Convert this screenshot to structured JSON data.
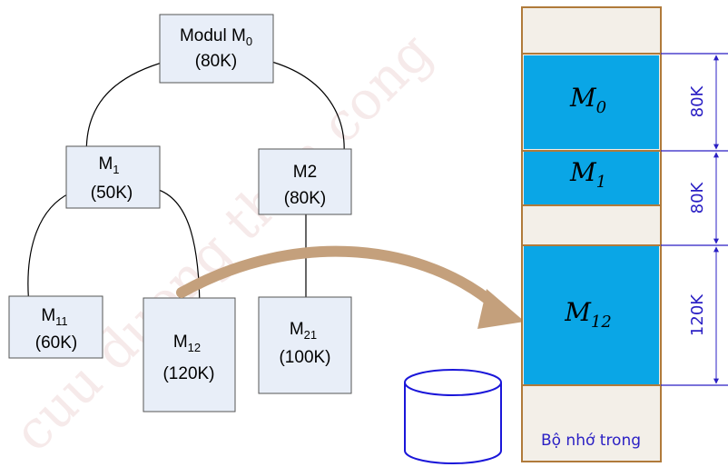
{
  "watermark": "cuu duong than cong",
  "tree": {
    "nodes": [
      {
        "id": "m0",
        "base": "Modul M",
        "sub": "0",
        "size": "(80K)"
      },
      {
        "id": "m1",
        "base": "M",
        "sub": "1",
        "size": "(50K)"
      },
      {
        "id": "m2",
        "base": "M2",
        "sub": "",
        "size": "(80K)"
      },
      {
        "id": "m11",
        "base": "M",
        "sub": "11",
        "size": "(60K)"
      },
      {
        "id": "m12",
        "base": "M",
        "sub": "12",
        "size": "(120K)"
      },
      {
        "id": "m21",
        "base": "M",
        "sub": "21",
        "size": "(100K)"
      }
    ]
  },
  "memory": {
    "caption": "Bộ nhớ trong",
    "blocks": [
      {
        "id": "mem-m0",
        "base": "M",
        "sub": "0",
        "size": "80K"
      },
      {
        "id": "mem-m1",
        "base": "M",
        "sub": "1",
        "size": "80K"
      },
      {
        "id": "mem-m12",
        "base": "M",
        "sub": "12",
        "size": "120K"
      }
    ]
  },
  "colors": {
    "node_fill": "#e8eef8",
    "node_border": "#555555",
    "memory_border": "#b07a3a",
    "memory_empty": "#f3efe8",
    "memory_block": "#0aa6e6",
    "dimension": "#2a1fc4",
    "load_arrow": "#c4a07c",
    "disk": "#1a16d9"
  }
}
